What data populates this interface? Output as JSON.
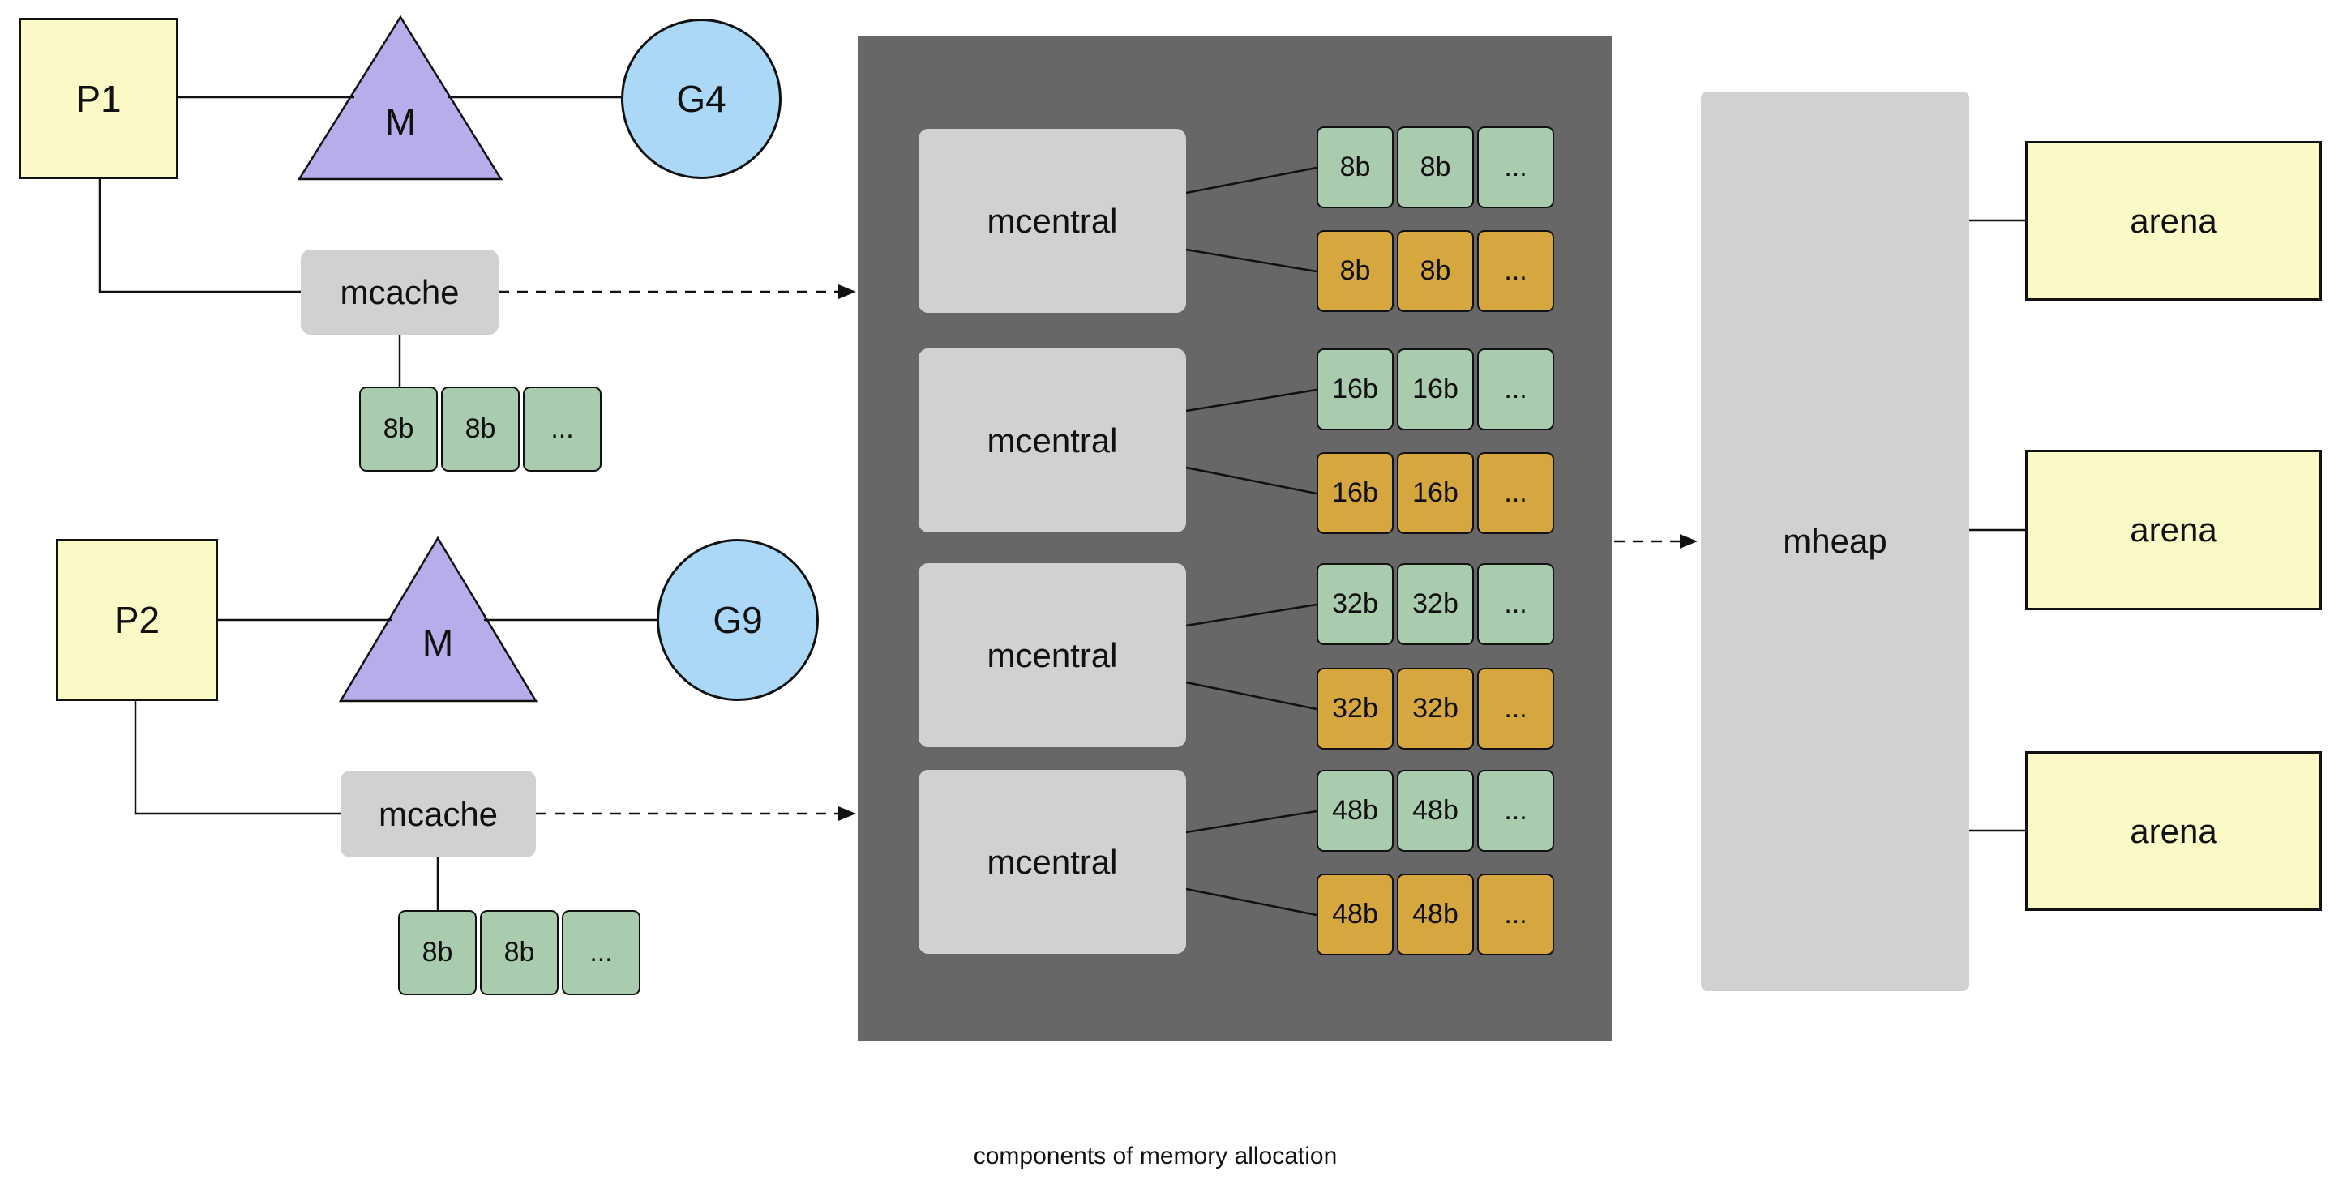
{
  "caption": "components of memory allocation",
  "colors": {
    "processor_fill": "#fbfac6",
    "machine_fill": "#b6adea",
    "goroutine_fill": "#abd8f6",
    "span_green": "#a9cbae",
    "span_gold": "#d6a63f",
    "gray_box": "#d1d1d1",
    "dark_container": "#676767",
    "line": "#111111"
  },
  "left": {
    "groups": [
      {
        "processor": "P1",
        "machine": "M",
        "goroutine": "G4",
        "cache": "mcache",
        "spans": [
          "8b",
          "8b",
          "..."
        ]
      },
      {
        "processor": "P2",
        "machine": "M",
        "goroutine": "G9",
        "cache": "mcache",
        "spans": [
          "8b",
          "8b",
          "..."
        ]
      }
    ]
  },
  "central": {
    "units": [
      {
        "label": "mcentral",
        "rows": [
          {
            "color": "green",
            "cells": [
              "8b",
              "8b",
              "..."
            ]
          },
          {
            "color": "gold",
            "cells": [
              "8b",
              "8b",
              "..."
            ]
          }
        ]
      },
      {
        "label": "mcentral",
        "rows": [
          {
            "color": "green",
            "cells": [
              "16b",
              "16b",
              "..."
            ]
          },
          {
            "color": "gold",
            "cells": [
              "16b",
              "16b",
              "..."
            ]
          }
        ]
      },
      {
        "label": "mcentral",
        "rows": [
          {
            "color": "green",
            "cells": [
              "32b",
              "32b",
              "..."
            ]
          },
          {
            "color": "gold",
            "cells": [
              "32b",
              "32b",
              "..."
            ]
          }
        ]
      },
      {
        "label": "mcentral",
        "rows": [
          {
            "color": "green",
            "cells": [
              "48b",
              "48b",
              "..."
            ]
          },
          {
            "color": "gold",
            "cells": [
              "48b",
              "48b",
              "..."
            ]
          }
        ]
      }
    ]
  },
  "heap": {
    "label": "mheap",
    "arenas": [
      "arena",
      "arena",
      "arena"
    ]
  }
}
